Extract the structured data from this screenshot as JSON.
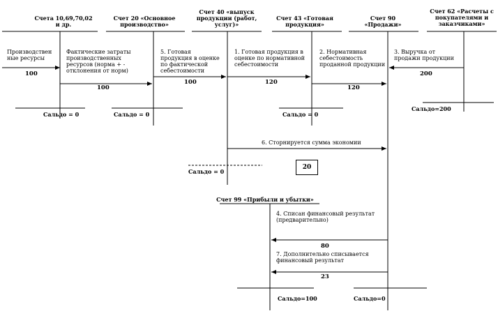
{
  "headers": [
    {
      "key": "h1",
      "text": "Счета 10,69,70,02\nи др."
    },
    {
      "key": "h2",
      "text": "Счет 20 «Основное\nпроизводство»"
    },
    {
      "key": "h3",
      "text": "Счет 40 «выпуск\nпродукции (работ,\nуслуг)»"
    },
    {
      "key": "h4",
      "text": "Счет 43 «Готовая\nпродукция»"
    },
    {
      "key": "h5",
      "text": "Счет 90\n«Продажи»"
    },
    {
      "key": "h6",
      "text": "Счет 62 «Расчеты с\nпокупателями и\nзаказчиками»"
    },
    {
      "key": "h7",
      "text": "Счет 99 «Прибыли и убытки»"
    }
  ],
  "notes": {
    "resources": "Производствен\nные ресурсы",
    "actual_costs": "Фактические  затраты\nпроизводственных\nресурсов (норма + -\nотклонения от норм)",
    "op5": "5.  Готовая\nпродукция в оценке\nпо фактической\nсебестоимости",
    "op1": "1. Готовая продукция в\nоценке по нормативной\nсебестоимости",
    "op2": "2. Нормативная\nсебестоимость\nпроданной продукции",
    "op3": "3.  Выручка от\nпродажи продукции",
    "op6": "6. Сторнируется сумма экономии",
    "op4": "4. Списан финансовый результат\n(предварительно)",
    "op7": "7. Дополнительно списывается\nфинансовый результат"
  },
  "amounts": {
    "a_res": "100",
    "a_20": "100",
    "a_5": "100",
    "a_1": "120",
    "a_2": "120",
    "a_3": "200",
    "a_box": "20",
    "a_4": "80",
    "a_7": "23"
  },
  "balances": {
    "b_10": "Сальдо = 0",
    "b_20": "Сальдо = 0",
    "b_43": "Сальдо = 0",
    "b_62": "Сальдо=200",
    "b_40": "Сальдо = 0",
    "b_99": "Сальдо=100",
    "b_90": "Сальдо=0"
  }
}
